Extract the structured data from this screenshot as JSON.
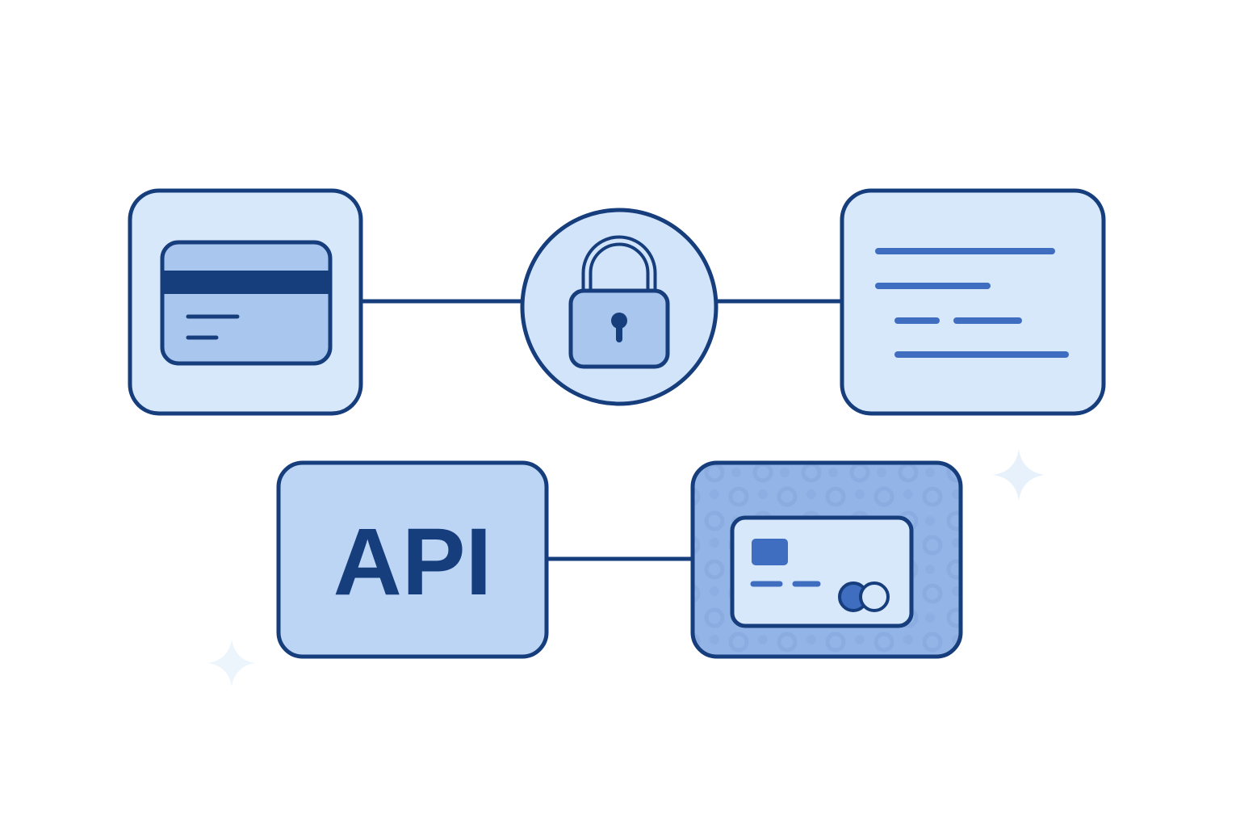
{
  "colors": {
    "background": "#ffffff",
    "outline": "#163d7c",
    "panel_light": "#d8e8fb",
    "panel_mid": "#bcd5f5",
    "panel_dark": "#93b4e6",
    "card_face": "#a9c6ef",
    "accent_blue": "#3f6dbf",
    "sparkle": "#e2effb"
  },
  "nodes": {
    "card_panel": {
      "icon": "credit-card-icon"
    },
    "lock_panel": {
      "icon": "padlock-icon"
    },
    "document_panel": {
      "icon": "text-lines-icon"
    },
    "api_panel": {
      "icon": "api-label",
      "label": "API"
    },
    "payment_card_panel": {
      "icon": "payment-card-icon"
    }
  },
  "connections": [
    {
      "from": "card_panel",
      "to": "lock_panel"
    },
    {
      "from": "lock_panel",
      "to": "document_panel"
    },
    {
      "from": "api_panel",
      "to": "payment_card_panel"
    }
  ],
  "decorations": [
    "sparkle-icon",
    "sparkle-icon"
  ]
}
